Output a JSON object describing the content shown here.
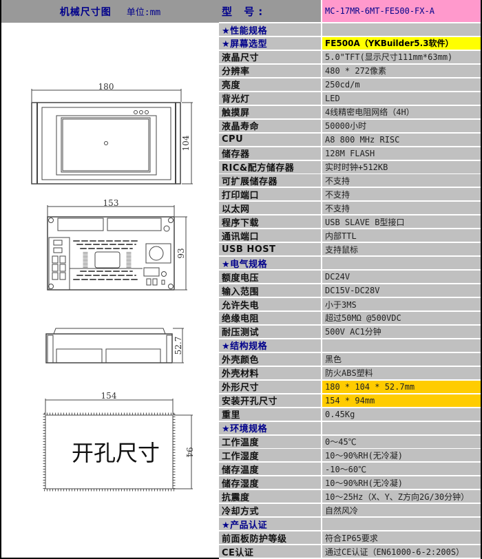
{
  "left_panel": {
    "title": "机械尺寸图",
    "unit_label": "单位:mm",
    "front_view": {
      "width_dim": "180",
      "height_dim": "104"
    },
    "back_view": {
      "width_dim": "153",
      "height_dim": "93"
    },
    "side_view": {
      "depth_dim": "52.7"
    },
    "cutout_view": {
      "width_dim": "154",
      "height_dim": "94",
      "label": "开孔尺寸"
    }
  },
  "colors": {
    "header_bg": "#999999",
    "cell_bg": "#c0c0c0",
    "section_text": "#00008b",
    "model_bg": "#ff99cc",
    "screen_bg": "#ffff00",
    "dimension_bg": "#ffcc00"
  },
  "spec_table": {
    "model": {
      "label": "型  号:",
      "value": "MC-17MR-6MT-FE500-FX-A"
    },
    "rows": [
      {
        "label": "★性能规格",
        "value": "",
        "type": "section"
      },
      {
        "label": "★屏幕选型",
        "value": "FE500A（YKBuilder5.3软件）",
        "type": "section",
        "highlight": "yellow"
      },
      {
        "label": "液晶尺寸",
        "value": "5.0\"TFT(显示尺寸111mm*63mm)"
      },
      {
        "label": "分辨率",
        "value": "480 * 272像素"
      },
      {
        "label": "亮度",
        "value": "250cd/m"
      },
      {
        "label": "背光灯",
        "value": "LED"
      },
      {
        "label": "触摸屏",
        "value": "4线精密电阻网络（4H）"
      },
      {
        "label": "液晶寿命",
        "value": "50000小时"
      },
      {
        "label": "CPU",
        "value": "A8 800 MHz RISC"
      },
      {
        "label": "储存器",
        "value": "128M FLASH"
      },
      {
        "label": "RIC&配方储存器",
        "value": "实时时钟+512KB"
      },
      {
        "label": "可扩展储存器",
        "value": "不支持"
      },
      {
        "label": "打印端口",
        "value": "不支持"
      },
      {
        "label": "以太网",
        "value": "不支持"
      },
      {
        "label": "程序下载",
        "value": "USB SLAVE B型接口"
      },
      {
        "label": "通讯端口",
        "value": "内部TTL"
      },
      {
        "label": "USB HOST",
        "value": "支持鼠标"
      },
      {
        "label": "★电气规格",
        "value": "",
        "type": "section"
      },
      {
        "label": "额度电压",
        "value": "DC24V"
      },
      {
        "label": "输入范围",
        "value": "DC15V-DC28V"
      },
      {
        "label": "允许失电",
        "value": "小于3MS"
      },
      {
        "label": "绝缘电阻",
        "value": "超过50MΩ @500VDC"
      },
      {
        "label": "耐压测试",
        "value": "500V AC1分钟"
      },
      {
        "label": "★结构规格",
        "value": "",
        "type": "section"
      },
      {
        "label": "外壳颜色",
        "value": "黑色"
      },
      {
        "label": "外壳材料",
        "value": "防火ABS塑料"
      },
      {
        "label": "外形尺寸",
        "value": "180 * 104 * 52.7mm",
        "highlight": "orange"
      },
      {
        "label": "安装开孔尺寸",
        "value": "154 * 94mm",
        "highlight": "orange"
      },
      {
        "label": "重里",
        "value": "0.45Kg"
      },
      {
        "label": "★环境规格",
        "value": "",
        "type": "section"
      },
      {
        "label": "工作温度",
        "value": "0～45℃"
      },
      {
        "label": "工作湿度",
        "value": "10～90%RH(无冷凝)"
      },
      {
        "label": "储存温度",
        "value": "-10～60℃"
      },
      {
        "label": "储存湿度",
        "value": "10～90%RH(无冷凝)"
      },
      {
        "label": "抗震度",
        "value": "10～25Hz（X、Y、Z方向2G/30分钟）"
      },
      {
        "label": "冷却方式",
        "value": "自然风冷"
      },
      {
        "label": "★产品认证",
        "value": "",
        "type": "section"
      },
      {
        "label": "前面板防护等级",
        "value": "符合IP65要求"
      },
      {
        "label": "CE认证",
        "value": "通过CE认证（EN61000-6-2:200S）"
      }
    ]
  }
}
